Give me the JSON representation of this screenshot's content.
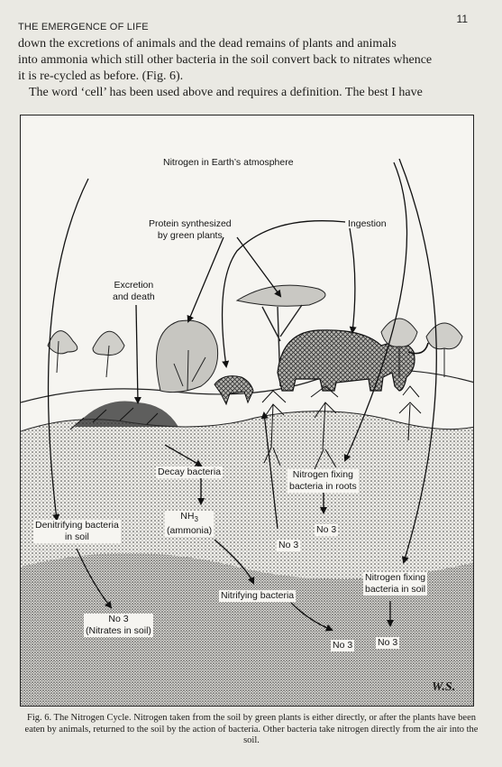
{
  "header": {
    "running_head": "THE EMERGENCE OF LIFE",
    "page_number": "11"
  },
  "body": {
    "line1": "down the excretions of animals and the dead remains of plants and animals",
    "line2": "into ammonia which still other bacteria in the soil convert back to nitrates whence",
    "line3": "it is re-cycled as before. (Fig. 6).",
    "line4": "The word ‘cell’ has been used above and requires a definition. The best I have"
  },
  "figure": {
    "labels": {
      "atmosphere": "Nitrogen in Earth’s atmosphere",
      "protein_1": "Protein synthesized",
      "protein_2": "by green plants",
      "ingestion": "Ingestion",
      "excretion_1": "Excretion",
      "excretion_2": "and death",
      "decay": "Decay bacteria",
      "fixing_roots_1": "Nitrogen fixing",
      "fixing_roots_2": "bacteria in roots",
      "denitrifying_1": "Denitrifying bacteria",
      "denitrifying_2": "in soil",
      "nh3_base": "NH",
      "nh3_sub": "3",
      "ammonia": "(ammonia)",
      "no3_roots": "No 3",
      "no3_mid": "No 3",
      "fixing_soil_1": "Nitrogen fixing",
      "fixing_soil_2": "bacteria in soil",
      "nitrifying": "Nitrifying bacteria",
      "no3_nitrates": "No 3",
      "nitrates_in_soil": "(Nitrates in soil)",
      "no3_bottom_left": "No 3",
      "no3_bottom_right": "No 3"
    },
    "artist_signature": "W.S."
  },
  "caption": "Fig. 6. The Nitrogen Cycle. Nitrogen taken from the soil by green plants is either directly, or after the plants have been eaten by animals, returned to the soil by the action of bacteria. Other bacteria take nitrogen directly from the air into the soil."
}
